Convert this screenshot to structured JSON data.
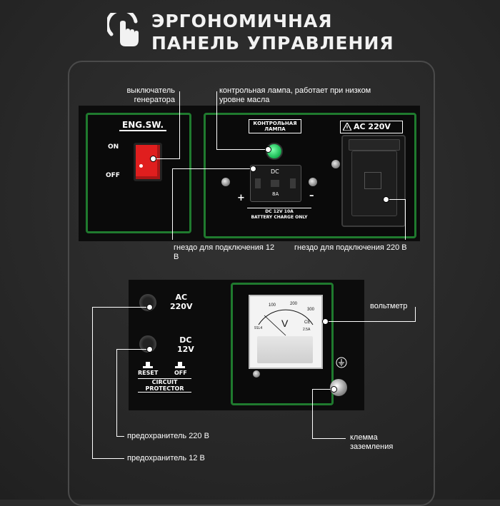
{
  "header": {
    "title_line1": "ЭРГОНОМИЧНАЯ",
    "title_line2": "ПАНЕЛЬ УПРАВЛЕНИЯ",
    "icon": "touch-hand-icon"
  },
  "panel_labels": {
    "eng_sw": "ENG.SW.",
    "on": "ON",
    "off": "OFF",
    "lamp": "КОНТРОЛЬНАЯ ЛАМПА",
    "dc": "DC",
    "amp": "8A",
    "plus": "+",
    "minus": "–",
    "battery_line1": "DC  12V  10A",
    "battery_line2": "BATTERY CHARGE ONLY",
    "ac220": "AC 220V",
    "fuse_ac_line1": "AC",
    "fuse_ac_line2": "220V",
    "fuse_dc_line1": "DC",
    "fuse_dc_line2": "12V",
    "reset": "RESET",
    "off2": "OFF",
    "circuit_line1": "CIRCUIT",
    "circuit_line2": "PROTECTOR",
    "meter_v": "V",
    "meter_scale": [
      "100",
      "200",
      "300"
    ],
    "meter_model": "91L4",
    "meter_ce": "CE",
    "meter_class": "2.5A"
  },
  "callouts": {
    "switch": "выключатель генератора",
    "lamp": "контрольная лампа, работает при низком уровне масла",
    "socket12": "гнездо для подключения 12 В",
    "socket220": "гнездо для подключения 220 В",
    "voltmeter": "вольтметр",
    "fuse220": "предохранитель 220 В",
    "fuse12": "предохранитель 12 В",
    "ground": "клемма заземления"
  },
  "colors": {
    "accent_green": "#1f7a2e",
    "switch_red": "#e01e1e",
    "lamp_green": "#1fbf5a"
  }
}
